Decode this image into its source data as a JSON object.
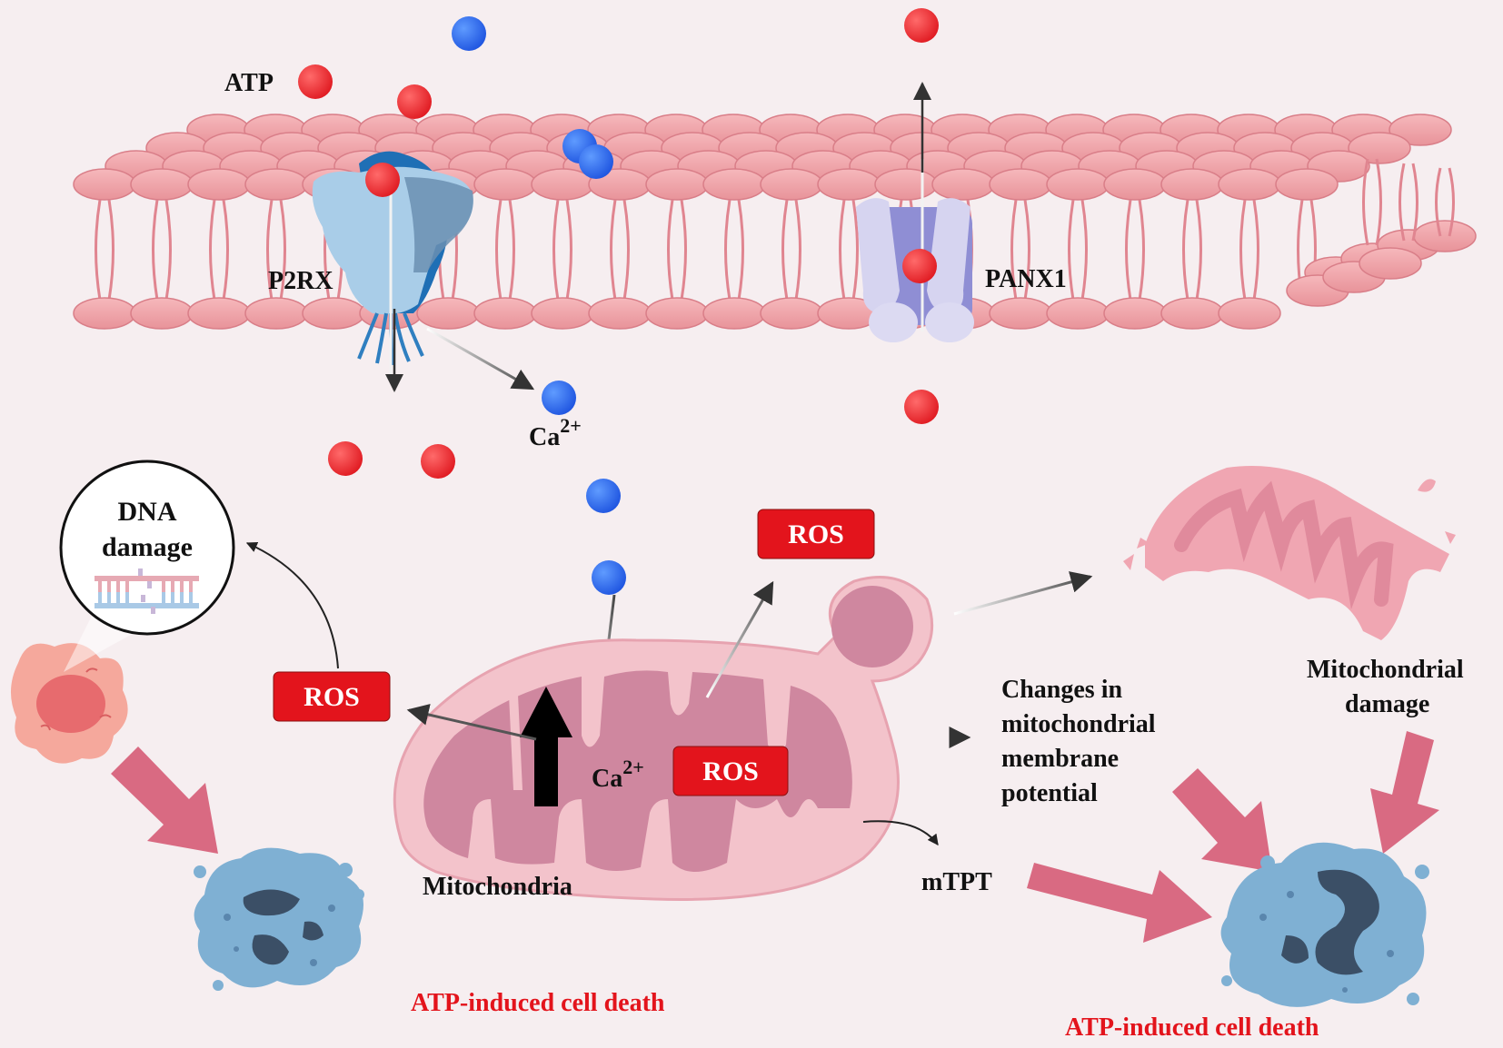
{
  "labels": {
    "atp": "ATP",
    "p2rx": "P2RX",
    "panx1": "PANX1",
    "ca_base": "Ca",
    "ca_sup": "2+",
    "dna_line1": "DNA",
    "dna_line2": "damage",
    "ros": "ROS",
    "mitochondria": "Mitochondria",
    "changes_line1": "Changes in",
    "changes_line2": "mitochondrial",
    "changes_line3": "membrane",
    "changes_line4": "potential",
    "mito_damage_line1": "Mitochondrial",
    "mito_damage_line2": "damage",
    "mtpt": "mTPT",
    "cell_death": "ATP-induced cell death"
  },
  "colors": {
    "background": "#f6eef0",
    "atp_ball": "#ee2a2e",
    "ca_ball": "#2563eb",
    "lipid_head": "#eea0a6",
    "ros_box": "#e3141c",
    "pink_arrow": "#d96a82",
    "dead_cell": "#7fb0d3"
  }
}
